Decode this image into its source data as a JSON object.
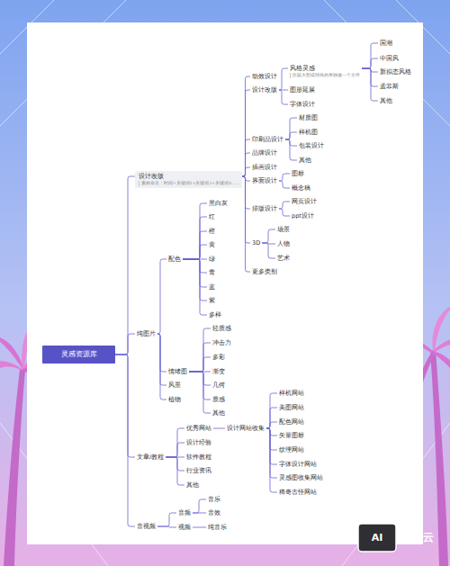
{
  "diagram": {
    "nodes": [
      {
        "text": [
          "灵感资源库"
        ]
      },
      {
        "text": [
          "设计改版",
          "素材命名：时间+关键词1+关键词2+关键词3......"
        ]
      },
      {
        "text": [
          "动效设计"
        ]
      },
      {
        "text": [
          "设计改版"
        ]
      },
      {
        "text": [
          "风格灵感",
          "比较大胆或特殊的单独做一个文件"
        ]
      },
      {
        "text": [
          "国潮"
        ]
      },
      {
        "text": [
          "中国风"
        ]
      },
      {
        "text": [
          "新拟态风格"
        ]
      },
      {
        "text": [
          "孟菲斯"
        ]
      },
      {
        "text": [
          "其他"
        ]
      },
      {
        "text": [
          "图形延展"
        ]
      },
      {
        "text": [
          "字体设计"
        ]
      },
      {
        "text": [
          "印刷品设计"
        ]
      },
      {
        "text": [
          "材质图"
        ]
      },
      {
        "text": [
          "样机图"
        ]
      },
      {
        "text": [
          "包装设计"
        ]
      },
      {
        "text": [
          "其他"
        ]
      },
      {
        "text": [
          "品牌设计"
        ]
      },
      {
        "text": [
          "插画设计"
        ]
      },
      {
        "text": [
          "界面设计"
        ]
      },
      {
        "text": [
          "图标"
        ]
      },
      {
        "text": [
          "概念稿"
        ]
      },
      {
        "text": [
          "排版设计"
        ]
      },
      {
        "text": [
          "网页设计"
        ]
      },
      {
        "text": [
          "ppt设计"
        ]
      },
      {
        "text": [
          "3D"
        ]
      },
      {
        "text": [
          "场景"
        ]
      },
      {
        "text": [
          "人物"
        ]
      },
      {
        "text": [
          "艺术"
        ]
      },
      {
        "text": [
          "更多类别"
        ]
      },
      {
        "text": [
          "纯图片"
        ]
      },
      {
        "text": [
          "配色"
        ]
      },
      {
        "text": [
          "黑白灰"
        ]
      },
      {
        "text": [
          "红"
        ]
      },
      {
        "text": [
          "橙"
        ]
      },
      {
        "text": [
          "黄"
        ]
      },
      {
        "text": [
          "绿"
        ]
      },
      {
        "text": [
          "青"
        ]
      },
      {
        "text": [
          "蓝"
        ]
      },
      {
        "text": [
          "紫"
        ]
      },
      {
        "text": [
          "多样"
        ]
      },
      {
        "text": [
          "情绪图"
        ]
      },
      {
        "text": [
          "轻质感"
        ]
      },
      {
        "text": [
          "冲击力"
        ]
      },
      {
        "text": [
          "多彩"
        ]
      },
      {
        "text": [
          "渐变"
        ]
      },
      {
        "text": [
          "几何"
        ]
      },
      {
        "text": [
          "质感"
        ]
      },
      {
        "text": [
          "其他"
        ]
      },
      {
        "text": [
          "风景"
        ]
      },
      {
        "text": [
          "植物"
        ]
      },
      {
        "text": [
          "文章/教程"
        ]
      },
      {
        "text": [
          "优秀网站"
        ]
      },
      {
        "text": [
          "设计网站收集"
        ]
      },
      {
        "text": [
          "样机网站"
        ]
      },
      {
        "text": [
          "美图网站"
        ]
      },
      {
        "text": [
          "配色网站"
        ]
      },
      {
        "text": [
          "矢量图标"
        ]
      },
      {
        "text": [
          "纹理网站"
        ]
      },
      {
        "text": [
          "字体设计网站"
        ]
      },
      {
        "text": [
          "灵感图收集网站"
        ]
      },
      {
        "text": [
          "稀奇古怪网站"
        ]
      },
      {
        "text": [
          "设计经验"
        ]
      },
      {
        "text": [
          "软件教程"
        ]
      },
      {
        "text": [
          "行业资讯"
        ]
      },
      {
        "text": [
          "其他"
        ]
      },
      {
        "text": [
          "音视频"
        ]
      },
      {
        "text": [
          "音频"
        ]
      },
      {
        "text": [
          "音乐"
        ]
      },
      {
        "text": [
          "音效"
        ]
      },
      {
        "text": [
          "视频"
        ]
      },
      {
        "text": [
          "纯音乐"
        ]
      }
    ],
    "edges": [
      {
        "from": 0,
        "to": 1,
        "arrow": "none"
      },
      {
        "from": 0,
        "to": 30,
        "arrow": "none"
      },
      {
        "from": 0,
        "to": 51,
        "arrow": "none"
      },
      {
        "from": 0,
        "to": 66,
        "arrow": "none"
      },
      {
        "from": 1,
        "to": 2,
        "arrow": "none"
      },
      {
        "from": 1,
        "to": 3,
        "arrow": "none"
      },
      {
        "from": 1,
        "to": 12,
        "arrow": "none"
      },
      {
        "from": 1,
        "to": 17,
        "arrow": "none"
      },
      {
        "from": 1,
        "to": 18,
        "arrow": "none"
      },
      {
        "from": 1,
        "to": 19,
        "arrow": "none"
      },
      {
        "from": 1,
        "to": 22,
        "arrow": "none"
      },
      {
        "from": 1,
        "to": 25,
        "arrow": "none"
      },
      {
        "from": 1,
        "to": 29,
        "arrow": "none"
      },
      {
        "from": 3,
        "to": 4,
        "arrow": "none"
      },
      {
        "from": 3,
        "to": 10,
        "arrow": "none"
      },
      {
        "from": 3,
        "to": 11,
        "arrow": "none"
      },
      {
        "from": 4,
        "to": 5,
        "arrow": "none"
      },
      {
        "from": 4,
        "to": 6,
        "arrow": "none"
      },
      {
        "from": 4,
        "to": 7,
        "arrow": "none"
      },
      {
        "from": 4,
        "to": 8,
        "arrow": "none"
      },
      {
        "from": 4,
        "to": 9,
        "arrow": "none"
      },
      {
        "from": 12,
        "to": 13,
        "arrow": "none"
      },
      {
        "from": 12,
        "to": 14,
        "arrow": "none"
      },
      {
        "from": 12,
        "to": 15,
        "arrow": "none"
      },
      {
        "from": 12,
        "to": 16,
        "arrow": "none"
      },
      {
        "from": 19,
        "to": 20,
        "arrow": "none"
      },
      {
        "from": 19,
        "to": 21,
        "arrow": "none"
      },
      {
        "from": 22,
        "to": 23,
        "arrow": "none"
      },
      {
        "from": 22,
        "to": 24,
        "arrow": "none"
      },
      {
        "from": 25,
        "to": 26,
        "arrow": "none"
      },
      {
        "from": 25,
        "to": 27,
        "arrow": "none"
      },
      {
        "from": 25,
        "to": 28,
        "arrow": "none"
      },
      {
        "from": 30,
        "to": 31,
        "arrow": "none"
      },
      {
        "from": 30,
        "to": 41,
        "arrow": "none"
      },
      {
        "from": 30,
        "to": 49,
        "arrow": "none"
      },
      {
        "from": 30,
        "to": 50,
        "arrow": "none"
      },
      {
        "from": 31,
        "to": 32,
        "arrow": "none"
      },
      {
        "from": 31,
        "to": 33,
        "arrow": "none"
      },
      {
        "from": 31,
        "to": 34,
        "arrow": "none"
      },
      {
        "from": 31,
        "to": 35,
        "arrow": "none"
      },
      {
        "from": 31,
        "to": 36,
        "arrow": "none"
      },
      {
        "from": 31,
        "to": 37,
        "arrow": "none"
      },
      {
        "from": 31,
        "to": 38,
        "arrow": "none"
      },
      {
        "from": 31,
        "to": 39,
        "arrow": "none"
      },
      {
        "from": 31,
        "to": 40,
        "arrow": "none"
      },
      {
        "from": 41,
        "to": 42,
        "arrow": "none"
      },
      {
        "from": 41,
        "to": 43,
        "arrow": "none"
      },
      {
        "from": 41,
        "to": 44,
        "arrow": "none"
      },
      {
        "from": 41,
        "to": 45,
        "arrow": "none"
      },
      {
        "from": 41,
        "to": 46,
        "arrow": "none"
      },
      {
        "from": 41,
        "to": 47,
        "arrow": "none"
      },
      {
        "from": 41,
        "to": 48,
        "arrow": "none"
      },
      {
        "from": 51,
        "to": 52,
        "arrow": "none"
      },
      {
        "from": 51,
        "to": 62,
        "arrow": "none"
      },
      {
        "from": 51,
        "to": 63,
        "arrow": "none"
      },
      {
        "from": 51,
        "to": 64,
        "arrow": "none"
      },
      {
        "from": 51,
        "to": 65,
        "arrow": "none"
      },
      {
        "from": 52,
        "to": 53,
        "arrow": "none"
      },
      {
        "from": 53,
        "to": 54,
        "arrow": "none"
      },
      {
        "from": 53,
        "to": 55,
        "arrow": "none"
      },
      {
        "from": 53,
        "to": 56,
        "arrow": "none"
      },
      {
        "from": 53,
        "to": 57,
        "arrow": "none"
      },
      {
        "from": 53,
        "to": 58,
        "arrow": "none"
      },
      {
        "from": 53,
        "to": 59,
        "arrow": "none"
      },
      {
        "from": 53,
        "to": 60,
        "arrow": "none"
      },
      {
        "from": 53,
        "to": 61,
        "arrow": "none"
      },
      {
        "from": 66,
        "to": 67,
        "arrow": "none"
      },
      {
        "from": 66,
        "to": 70,
        "arrow": "none"
      },
      {
        "from": 67,
        "to": 68,
        "arrow": "none"
      },
      {
        "from": 67,
        "to": 69,
        "arrow": "none"
      },
      {
        "from": 70,
        "to": 71,
        "arrow": "none"
      }
    ],
    "labels": [
      "AI",
      "树叶云"
    ]
  }
}
